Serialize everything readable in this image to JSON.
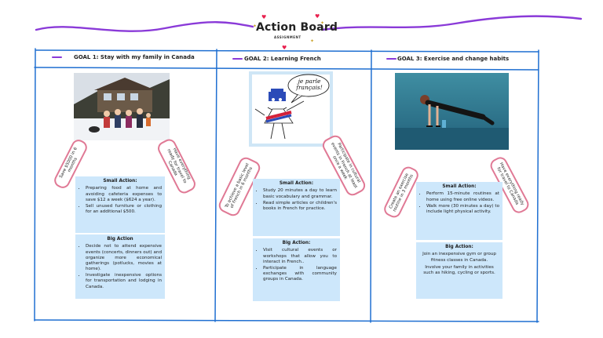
{
  "header": {
    "title": "Action Board",
    "subtitle": "ASSIGNMENT"
  },
  "goals": [
    {
      "heading": "GOAL 1: Stay with my family in Canada",
      "left_note": "Save $5000 in 6 months",
      "right_note": "Have everything ready for travel to Canada",
      "small_title": "Small Action:",
      "small_items": [
        "Preparing food at home and avoiding cafeteria expenses to save $12 a week ($624 a year).",
        "Sell unused furniture or clothing for an additional $500."
      ],
      "big_title": "Big Action",
      "big_items": [
        "Decide not to attend expensive events (concerts, dinners out) and organize more economical gatherings (potlucks, movies at home).",
        "Investigate inexpensive options for transportation and lodging in Canada."
      ]
    },
    {
      "heading": "GOAL 2: Learning French",
      "left_note": "To achieve a basic level of French in 6 months",
      "right_note": "Participate in cultural events in French at least once a week",
      "small_title": "Small Action:",
      "small_items": [
        "Study 20 minutes a day to learn basic vocabulary and grammar.",
        "Read simple articles or children's books in French for practice."
      ],
      "big_title": "Big Action:",
      "big_items": [
        "Visit cultural events or workshops that allow you to interact in French..",
        "Participate in language exchanges with community groups in Canada."
      ],
      "bubble": "je parle français!"
    },
    {
      "heading": "GOAL 3: Exercise and change habits",
      "left_note": "Create an exercise routine in 3 months",
      "right_note": "Have everything ready for travel to Canada",
      "small_title": "Small Action:",
      "small_items": [
        "Perform 15-minute routines at home using free online videos.",
        "Walk more (30 minutes a day) to include light physical activity."
      ],
      "big_title": "Big Action:",
      "big_items": [
        "Join an inexpensive gym or group fitness classes in Canada.",
        "Involve your family in activities such as hiking, cycling or sports."
      ]
    }
  ]
}
